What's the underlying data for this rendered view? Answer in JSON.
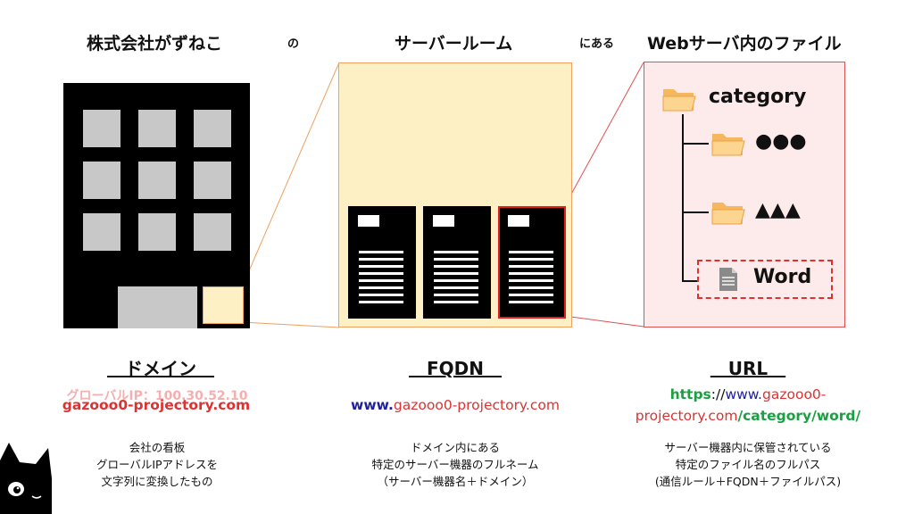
{
  "header": {
    "company": "株式会社がずねこ",
    "no": "の",
    "server_room": "サーバールーム",
    "niaru": "にある",
    "web_file": "Webサーバ内のファイル"
  },
  "tree": {
    "root": "category",
    "child1": "●●●",
    "child2": "▲▲▲",
    "file": "Word"
  },
  "domain": {
    "title": "　ドメイン　",
    "ghost_ip": "グローバルIP：100.30.52.10",
    "example": "gazooo0-projectory.com",
    "desc1": "会社の看板",
    "desc2": "グローバルIPアドレスを",
    "desc3": "文字列に変換したもの"
  },
  "fqdn": {
    "title": "　FQDN　",
    "host": "www.",
    "domain": "gazooo0-projectory.com",
    "desc1": "ドメイン内にある",
    "desc2": "特定のサーバー機器のフルネーム",
    "desc3": "（サーバー機器名＋ドメイン）"
  },
  "url": {
    "title": "　URL　",
    "scheme": "https",
    "sep": "://",
    "host": "www.",
    "domain1": "gazooo0-",
    "domain2": "projectory.com",
    "path": "/category/word/",
    "desc1": "サーバー機器内に保管されている",
    "desc2": "特定のファイル名のフルパス",
    "desc3": "(通信ルール＋FQDN＋ファイルパス)"
  },
  "colors": {
    "highlight_fill": "#fdf0c4",
    "file_panel_fill": "#fdeaea",
    "red": "#e03030",
    "blue": "#2020a0",
    "green": "#1aa040"
  }
}
